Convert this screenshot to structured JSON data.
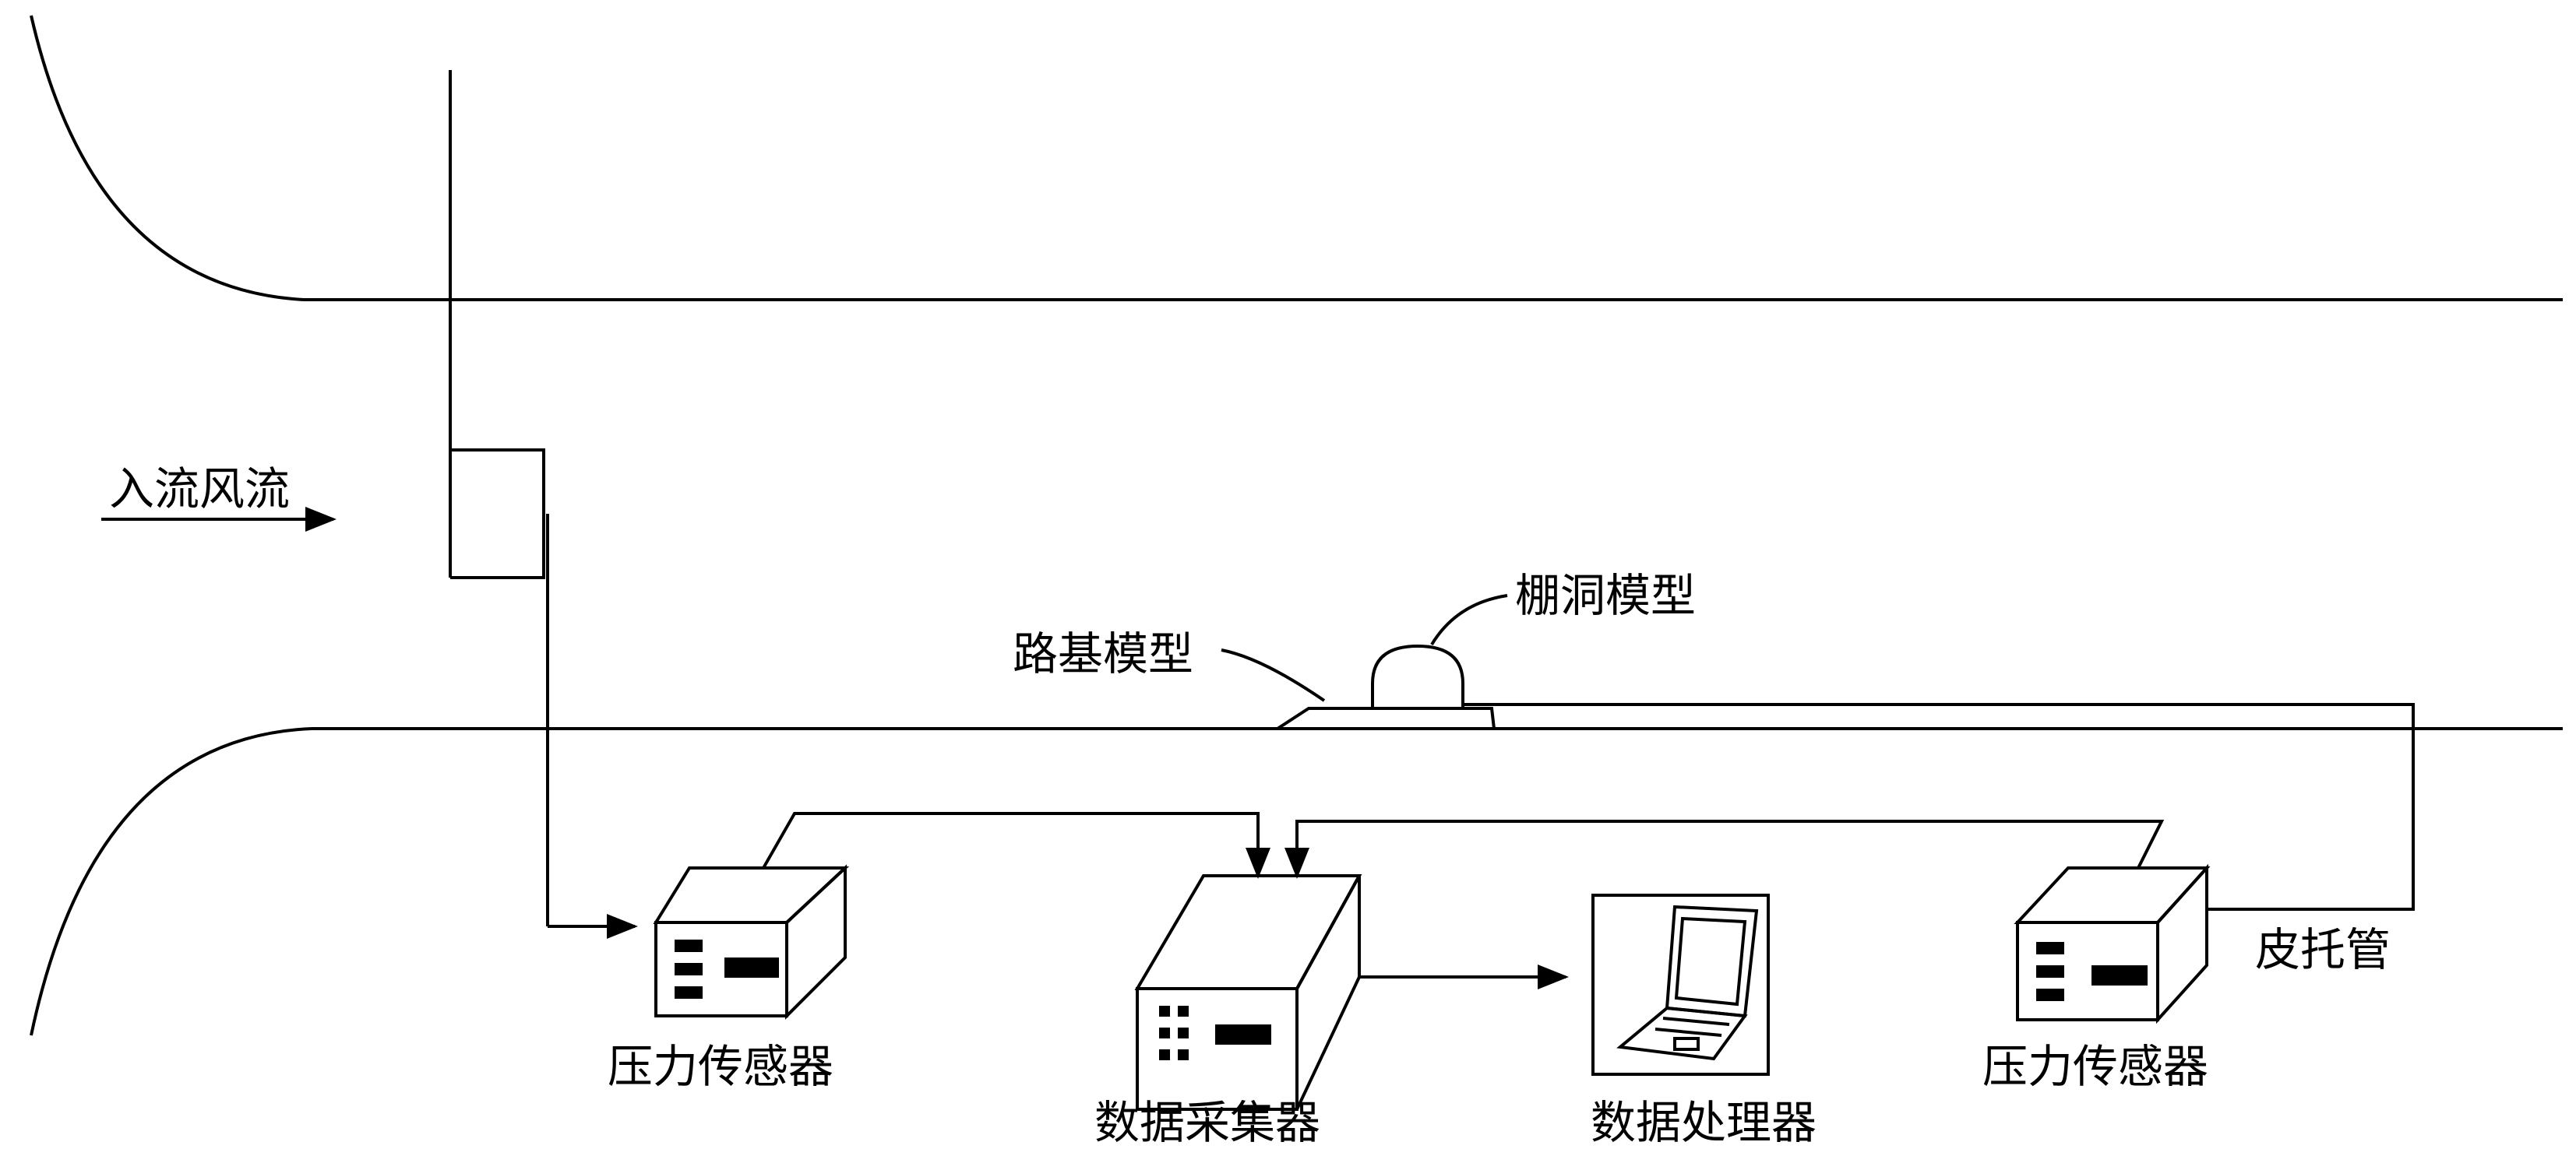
{
  "labels": {
    "inflow": "入流风流",
    "shed_tunnel_model": "棚洞模型",
    "subgrade_model": "路基模型",
    "pressure_sensor_left": "压力传感器",
    "data_collector": "数据采集器",
    "data_processor": "数据处理器",
    "pressure_sensor_right": "压力传感器",
    "pitot_tube": "皮托管"
  },
  "colors": {
    "line": "#000000",
    "background": "#ffffff"
  }
}
